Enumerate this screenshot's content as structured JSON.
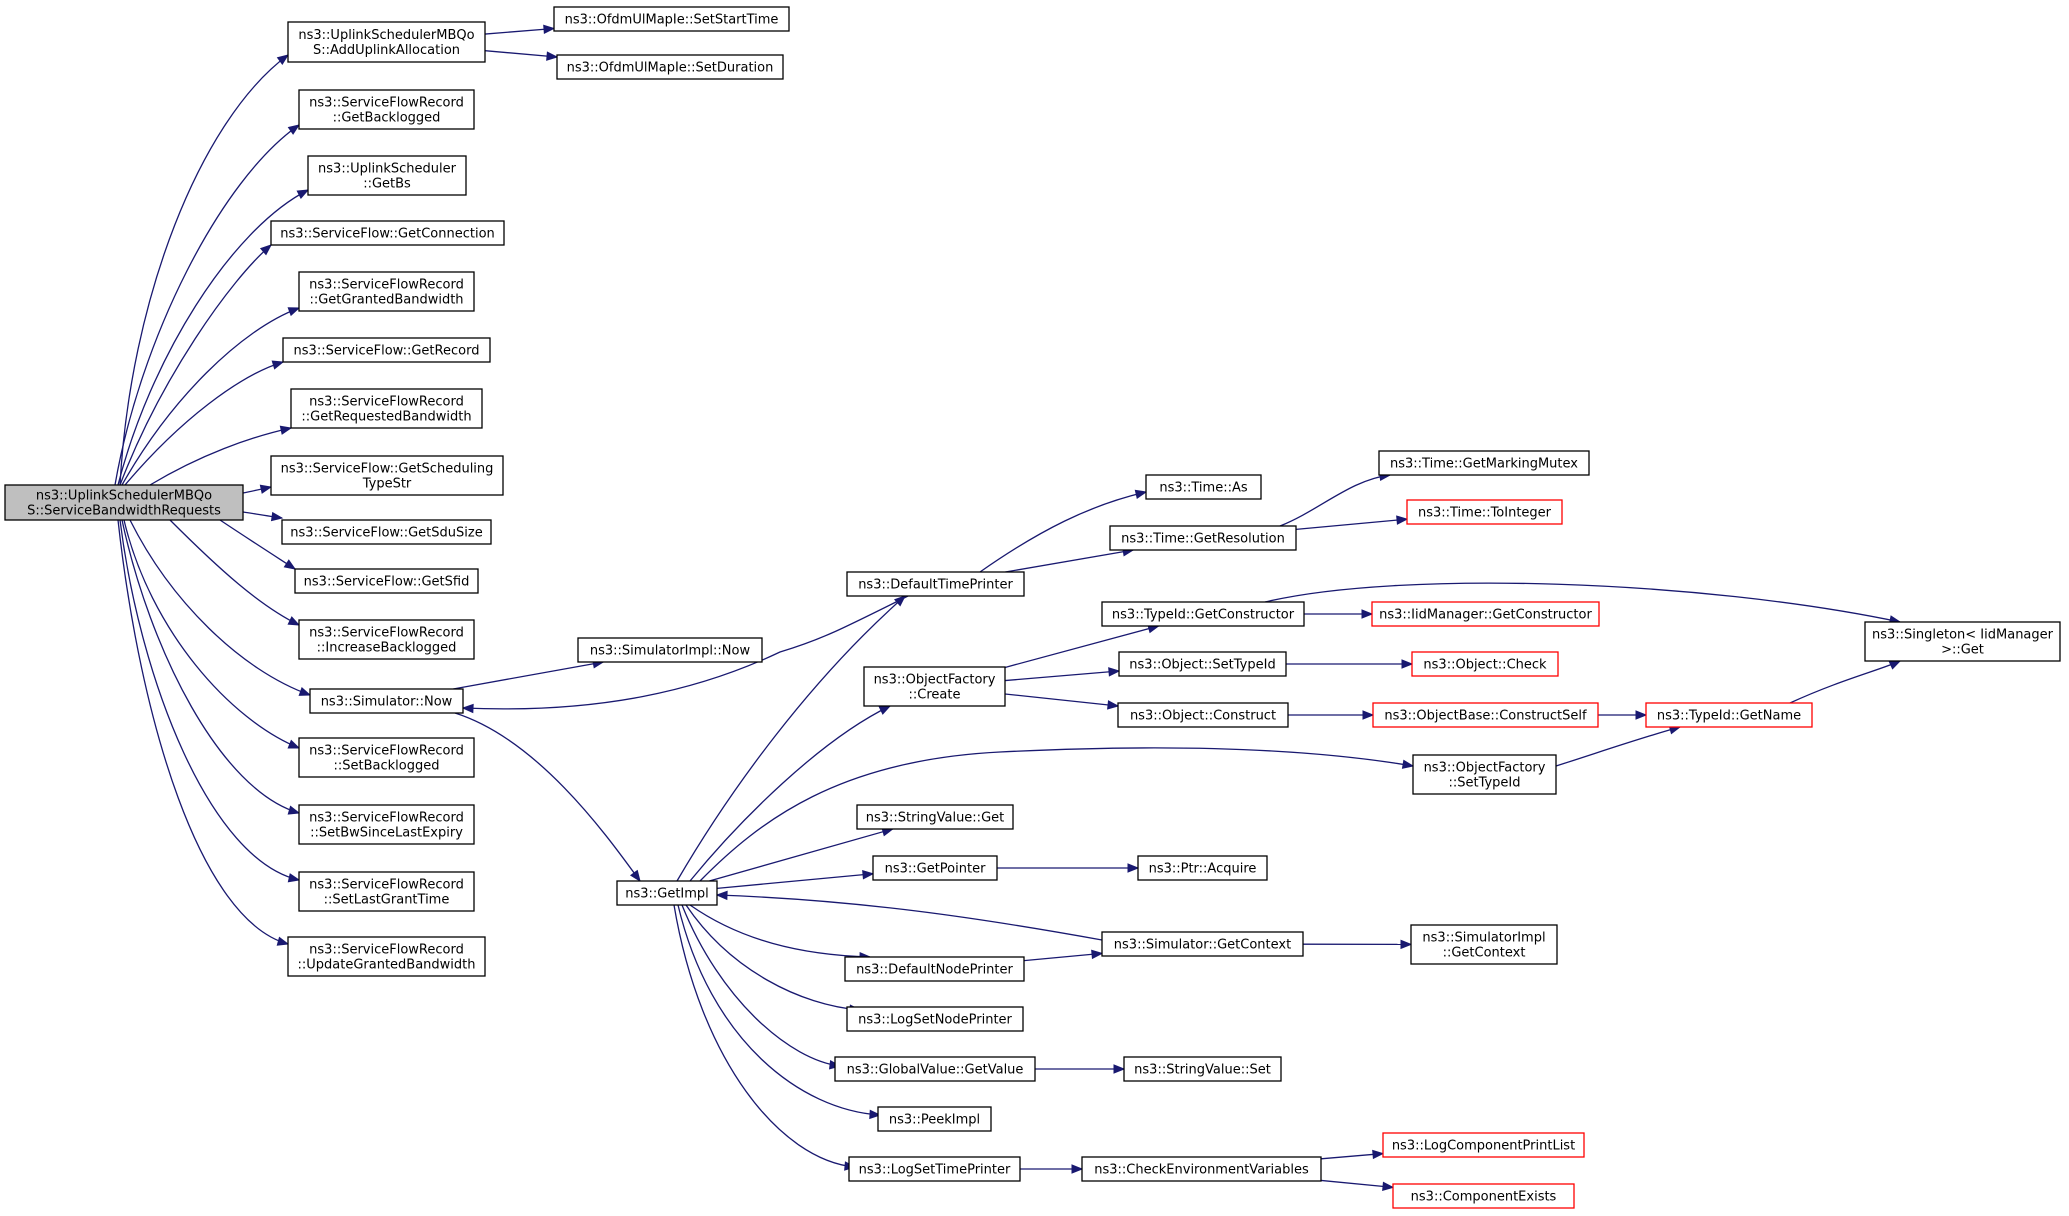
{
  "diagram": {
    "root": "n0",
    "colors": {
      "edge": "#191970",
      "node_border": "#000000",
      "truncated_border": "#ff0000",
      "root_fill": "#bfbfbf",
      "node_fill": "#ffffff"
    },
    "nodes": [
      {
        "id": "n0",
        "lines": [
          "ns3::UplinkSchedulerMBQo",
          "S::ServiceBandwidthRequests"
        ],
        "root": true
      },
      {
        "id": "n1",
        "lines": [
          "ns3::UplinkSchedulerMBQo",
          "S::AddUplinkAllocation"
        ]
      },
      {
        "id": "n2",
        "lines": [
          "ns3::OfdmUlMapIe::SetStartTime"
        ]
      },
      {
        "id": "n3",
        "lines": [
          "ns3::OfdmUlMapIe::SetDuration"
        ]
      },
      {
        "id": "n4",
        "lines": [
          "ns3::ServiceFlowRecord",
          "::GetBacklogged"
        ]
      },
      {
        "id": "n5",
        "lines": [
          "ns3::UplinkScheduler",
          "::GetBs"
        ]
      },
      {
        "id": "n6",
        "lines": [
          "ns3::ServiceFlow::GetConnection"
        ]
      },
      {
        "id": "n7",
        "lines": [
          "ns3::ServiceFlowRecord",
          "::GetGrantedBandwidth"
        ]
      },
      {
        "id": "n8",
        "lines": [
          "ns3::ServiceFlow::GetRecord"
        ]
      },
      {
        "id": "n9",
        "lines": [
          "ns3::ServiceFlowRecord",
          "::GetRequestedBandwidth"
        ]
      },
      {
        "id": "n10",
        "lines": [
          "ns3::ServiceFlow::GetScheduling",
          "TypeStr"
        ]
      },
      {
        "id": "n11",
        "lines": [
          "ns3::ServiceFlow::GetSduSize"
        ]
      },
      {
        "id": "n12",
        "lines": [
          "ns3::ServiceFlow::GetSfid"
        ]
      },
      {
        "id": "n13",
        "lines": [
          "ns3::ServiceFlowRecord",
          "::IncreaseBacklogged"
        ]
      },
      {
        "id": "n14",
        "lines": [
          "ns3::Simulator::Now"
        ]
      },
      {
        "id": "n15",
        "lines": [
          "ns3::SimulatorImpl::Now"
        ]
      },
      {
        "id": "n16",
        "lines": [
          "ns3::GetImpl"
        ]
      },
      {
        "id": "n17",
        "lines": [
          "ns3::DefaultTimePrinter"
        ]
      },
      {
        "id": "n18",
        "lines": [
          "ns3::Time::As"
        ]
      },
      {
        "id": "n19",
        "lines": [
          "ns3::Time::GetResolution"
        ]
      },
      {
        "id": "n20",
        "lines": [
          "ns3::Time::GetMarkingMutex"
        ]
      },
      {
        "id": "n21",
        "lines": [
          "ns3::Time::ToInteger"
        ],
        "truncated": true
      },
      {
        "id": "n22",
        "lines": [
          "ns3::ObjectFactory",
          "::Create"
        ]
      },
      {
        "id": "n23",
        "lines": [
          "ns3::TypeId::GetConstructor"
        ]
      },
      {
        "id": "n24",
        "lines": [
          "ns3::IidManager::GetConstructor"
        ],
        "truncated": true
      },
      {
        "id": "n25",
        "lines": [
          "ns3::Singleton< IidManager",
          " >::Get"
        ]
      },
      {
        "id": "n26",
        "lines": [
          "ns3::Object::SetTypeId"
        ]
      },
      {
        "id": "n27",
        "lines": [
          "ns3::Object::Check"
        ],
        "truncated": true
      },
      {
        "id": "n28",
        "lines": [
          "ns3::Object::Construct"
        ]
      },
      {
        "id": "n29",
        "lines": [
          "ns3::ObjectBase::ConstructSelf"
        ],
        "truncated": true
      },
      {
        "id": "n30",
        "lines": [
          "ns3::TypeId::GetName"
        ],
        "truncated": true
      },
      {
        "id": "n31",
        "lines": [
          "ns3::ObjectFactory",
          "::SetTypeId"
        ]
      },
      {
        "id": "n32",
        "lines": [
          "ns3::StringValue::Get"
        ]
      },
      {
        "id": "n33",
        "lines": [
          "ns3::GetPointer"
        ]
      },
      {
        "id": "n34",
        "lines": [
          "ns3::Ptr::Acquire"
        ]
      },
      {
        "id": "n35",
        "lines": [
          "ns3::Simulator::GetContext"
        ]
      },
      {
        "id": "n36",
        "lines": [
          "ns3::SimulatorImpl",
          "::GetContext"
        ]
      },
      {
        "id": "n37",
        "lines": [
          "ns3::DefaultNodePrinter"
        ]
      },
      {
        "id": "n38",
        "lines": [
          "ns3::LogSetNodePrinter"
        ]
      },
      {
        "id": "n39",
        "lines": [
          "ns3::GlobalValue::GetValue"
        ]
      },
      {
        "id": "n40",
        "lines": [
          "ns3::StringValue::Set"
        ]
      },
      {
        "id": "n41",
        "lines": [
          "ns3::PeekImpl"
        ]
      },
      {
        "id": "n42",
        "lines": [
          "ns3::LogSetTimePrinter"
        ]
      },
      {
        "id": "n43",
        "lines": [
          "ns3::CheckEnvironmentVariables"
        ]
      },
      {
        "id": "n44",
        "lines": [
          "ns3::LogComponentPrintList"
        ],
        "truncated": true
      },
      {
        "id": "n45",
        "lines": [
          "ns3::ComponentExists"
        ],
        "truncated": true
      },
      {
        "id": "n46",
        "lines": [
          "ns3::ServiceFlowRecord",
          "::SetBacklogged"
        ]
      },
      {
        "id": "n47",
        "lines": [
          "ns3::ServiceFlowRecord",
          "::SetBwSinceLastExpiry"
        ]
      },
      {
        "id": "n48",
        "lines": [
          "ns3::ServiceFlowRecord",
          "::SetLastGrantTime"
        ]
      },
      {
        "id": "n49",
        "lines": [
          "ns3::ServiceFlowRecord",
          "::UpdateGrantedBandwidth"
        ]
      }
    ],
    "edges": [
      [
        "n0",
        "n1"
      ],
      [
        "n0",
        "n4"
      ],
      [
        "n0",
        "n5"
      ],
      [
        "n0",
        "n6"
      ],
      [
        "n0",
        "n7"
      ],
      [
        "n0",
        "n8"
      ],
      [
        "n0",
        "n9"
      ],
      [
        "n0",
        "n10"
      ],
      [
        "n0",
        "n11"
      ],
      [
        "n0",
        "n12"
      ],
      [
        "n0",
        "n13"
      ],
      [
        "n0",
        "n14"
      ],
      [
        "n0",
        "n46"
      ],
      [
        "n0",
        "n47"
      ],
      [
        "n0",
        "n48"
      ],
      [
        "n0",
        "n49"
      ],
      [
        "n1",
        "n2"
      ],
      [
        "n1",
        "n3"
      ],
      [
        "n14",
        "n15"
      ],
      [
        "n14",
        "n16"
      ],
      [
        "n16",
        "n17"
      ],
      [
        "n16",
        "n22"
      ],
      [
        "n16",
        "n31"
      ],
      [
        "n16",
        "n32"
      ],
      [
        "n16",
        "n33"
      ],
      [
        "n16",
        "n37"
      ],
      [
        "n16",
        "n38"
      ],
      [
        "n16",
        "n39"
      ],
      [
        "n16",
        "n41"
      ],
      [
        "n16",
        "n42"
      ],
      [
        "n17",
        "n18"
      ],
      [
        "n17",
        "n19"
      ],
      [
        "n17",
        "n14"
      ],
      [
        "n19",
        "n20"
      ],
      [
        "n19",
        "n21"
      ],
      [
        "n22",
        "n23"
      ],
      [
        "n22",
        "n26"
      ],
      [
        "n22",
        "n28"
      ],
      [
        "n23",
        "n24"
      ],
      [
        "n23",
        "n25"
      ],
      [
        "n26",
        "n27"
      ],
      [
        "n28",
        "n29"
      ],
      [
        "n29",
        "n30"
      ],
      [
        "n31",
        "n30"
      ],
      [
        "n30",
        "n25"
      ],
      [
        "n33",
        "n34"
      ],
      [
        "n35",
        "n36"
      ],
      [
        "n35",
        "n16"
      ],
      [
        "n37",
        "n35"
      ],
      [
        "n39",
        "n40"
      ],
      [
        "n42",
        "n43"
      ],
      [
        "n43",
        "n44"
      ],
      [
        "n43",
        "n45"
      ]
    ]
  }
}
